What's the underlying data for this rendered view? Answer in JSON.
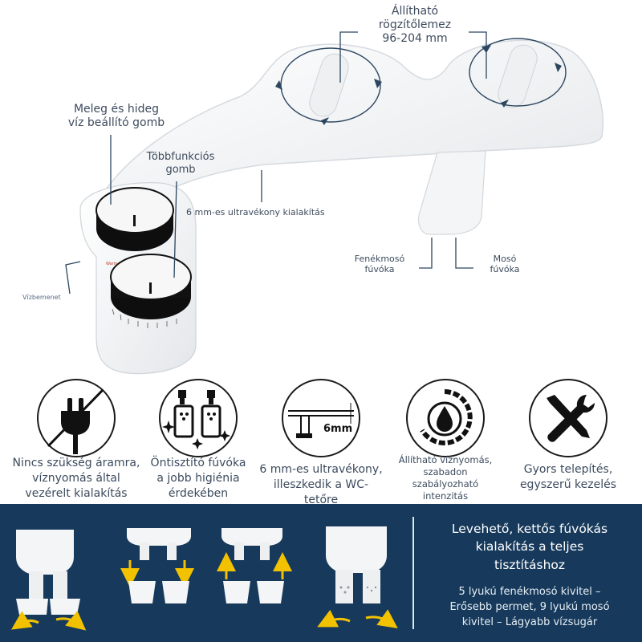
{
  "product": {
    "adjustable_plate_label": [
      "Állítható",
      "rögzítőlemez",
      "96-204 mm"
    ],
    "temp_knob_label": [
      "Meleg és hideg",
      "víz beállító gomb"
    ],
    "multi_knob_label": [
      "Többfunkciós",
      "gomb"
    ],
    "thin_design_label": "6 mm-es ultravékony kialakítás",
    "rear_nozzle_label": [
      "Fenékmosó",
      "fúvóka"
    ],
    "wash_nozzle_label": [
      "Mosó",
      "fúvóka"
    ],
    "water_inlet_label": "Vízbemenet"
  },
  "features": [
    {
      "icon": "no-plug-icon",
      "caption": [
        "Nincs szükség áramra,",
        "víznyomás által",
        "vezérelt kialakítás"
      ]
    },
    {
      "icon": "self-cleaning-nozzle-icon",
      "caption": [
        "Öntisztító fúvóka",
        "a jobb higiénia",
        "érdekében"
      ]
    },
    {
      "icon": "thin-6mm-icon",
      "icon_text": "6mm",
      "caption": [
        "6 mm-es ultravékony,",
        "illeszkedik a WC-tetőre"
      ]
    },
    {
      "icon": "pressure-dial-icon",
      "caption": [
        "Állítható víznyomás,",
        "szabadon",
        "szabályozható",
        "intenzitás"
      ]
    },
    {
      "icon": "tools-icon",
      "caption": [
        "Gyors telepítés,",
        "egyszerű kezelés"
      ]
    }
  ],
  "banner": {
    "heading": [
      "Levehető, kettős fúvókás",
      "kialakítás a teljes",
      "tisztításhoz"
    ],
    "description": [
      "5 lyukú fenékmosó kivitel –",
      "Erősebb permet, 9 lyukú mosó",
      "kivitel – Lágyabb vízsugár"
    ]
  },
  "colors": {
    "banner_bg": "#173a5c",
    "accent_arrow": "#f2c200",
    "line": "#2c4660",
    "text": "#3d4b5d"
  }
}
